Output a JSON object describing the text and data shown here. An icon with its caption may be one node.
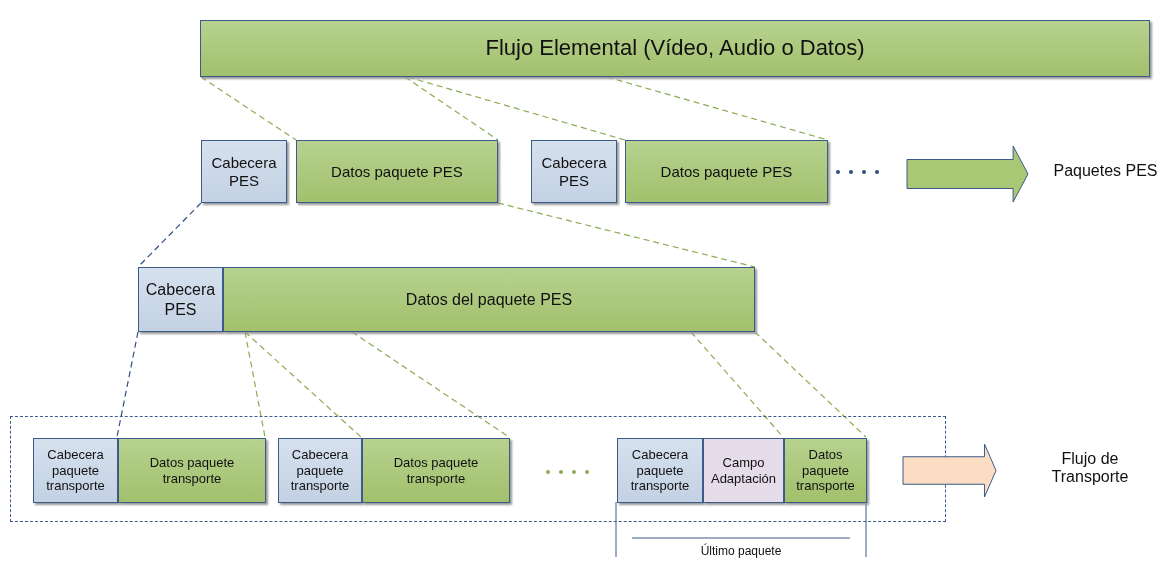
{
  "diagram": {
    "nodes": [
      {
        "text": [
          "Flujo Elemental (Vídeo, Audio o Datos)"
        ]
      },
      {
        "text": [
          "Cabecera PES"
        ]
      },
      {
        "text": [
          "Datos paquete PES"
        ]
      },
      {
        "text": [
          "Cabecera PES"
        ]
      },
      {
        "text": [
          "Datos paquete PES"
        ]
      },
      {
        "text": [],
        "shape": "arrow",
        "beside": [
          "Paquetes PES"
        ]
      },
      {
        "text": [
          "Cabecera PES"
        ]
      },
      {
        "text": [
          "Datos del paquete PES"
        ]
      },
      {
        "text": [],
        "shape": "box"
      },
      {
        "text": [
          "Cabecera paquete transporte"
        ],
        "in": 8
      },
      {
        "text": [
          "Datos paquete transporte"
        ],
        "in": 8
      },
      {
        "text": [
          "Cabecera paquete transporte"
        ],
        "in": 8
      },
      {
        "text": [
          "Datos paquete transporte"
        ],
        "in": 8
      },
      {
        "text": [
          "Cabecera paquete transporte"
        ],
        "in": 8
      },
      {
        "text": [
          "Campo Adaptación"
        ],
        "in": 8
      },
      {
        "text": [
          "Datos paquete transporte"
        ],
        "in": 8
      },
      {
        "text": [],
        "shape": "arrow",
        "beside": [
          "Flujo de Transporte"
        ]
      }
    ],
    "edges": [
      {
        "from": 0,
        "to": 2,
        "arrow": "none",
        "style": "dashed"
      },
      {
        "from": 0,
        "to": 2,
        "arrow": "none",
        "style": "dashed"
      },
      {
        "from": 0,
        "to": 4,
        "arrow": "none",
        "style": "dashed"
      },
      {
        "from": 0,
        "to": 4,
        "arrow": "none",
        "style": "dashed"
      },
      {
        "from": 1,
        "to": 6,
        "arrow": "none",
        "style": "dashed",
        "color": "#2f4f80"
      },
      {
        "from": 2,
        "to": 7,
        "arrow": "none",
        "style": "dashed"
      },
      {
        "from": 6,
        "to": 10,
        "arrow": "none",
        "style": "dashed",
        "color": "#2f4f80"
      },
      {
        "from": 7,
        "to": 10,
        "arrow": "none",
        "style": "dashed"
      },
      {
        "from": 7,
        "to": 12,
        "arrow": "none",
        "style": "dashed"
      },
      {
        "from": 7,
        "to": 12,
        "arrow": "none",
        "style": "dashed"
      },
      {
        "from": 7,
        "to": 15,
        "arrow": "none",
        "style": "dashed"
      },
      {
        "from": 7,
        "to": 15,
        "arrow": "none",
        "style": "dashed"
      }
    ],
    "labels": [
      "Último paquete"
    ]
  }
}
